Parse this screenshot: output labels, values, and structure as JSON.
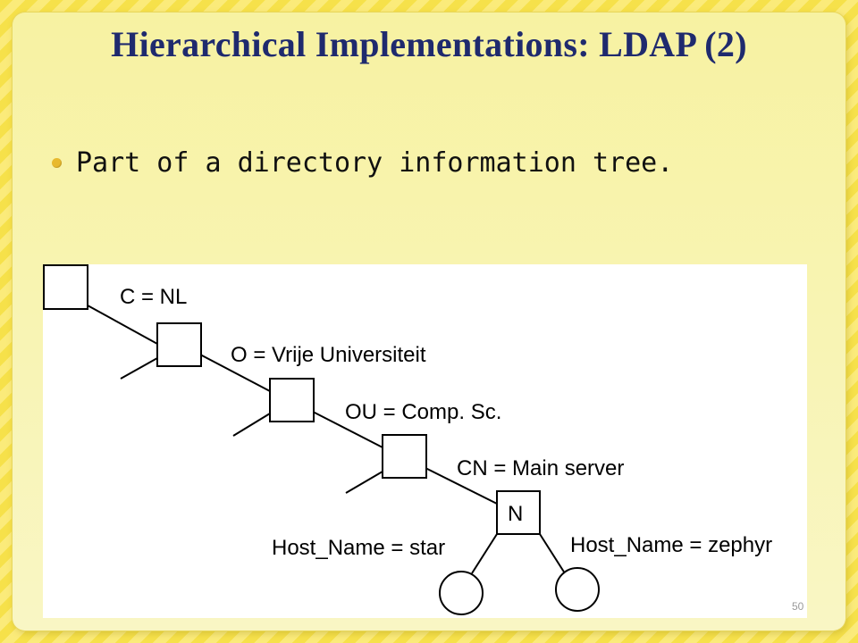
{
  "slide": {
    "title": "Hierarchical Implementations: LDAP (2)",
    "bullet": "Part of a directory information tree.",
    "page_number": "50"
  },
  "diagram": {
    "labels": {
      "c": "C = NL",
      "o": "O = Vrije Universiteit",
      "ou": "OU = Comp. Sc.",
      "cn": "CN = Main server",
      "n": "N",
      "host_left": "Host_Name = star",
      "host_right": "Host_Name = zephyr"
    }
  },
  "colors": {
    "title": "#1f2a6e",
    "bullet": "#e8b92e",
    "stripe_a": "#f6e14a",
    "stripe_b": "#fbeb7a"
  }
}
